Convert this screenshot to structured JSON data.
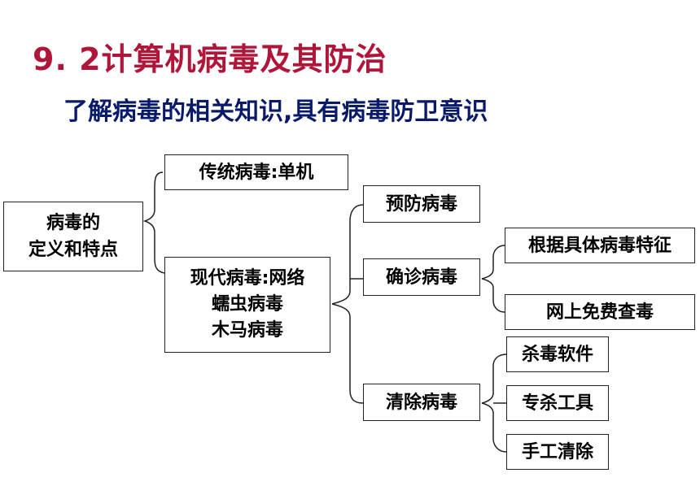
{
  "title": "9. 2计算机病毒及其防治",
  "subtitle": "了解病毒的相关知识,具有病毒防卫意识",
  "nodes": {
    "definition": [
      "病毒的",
      "定义和特点"
    ],
    "traditional": "传统病毒:单机",
    "modern": [
      "现代病毒:网络",
      "蠕虫病毒",
      "木马病毒"
    ],
    "prevent": "预防病毒",
    "diagnose": "确诊病毒",
    "remove": "清除病毒",
    "by_feature": "根据具体病毒特征",
    "online_scan": "网上免费查毒",
    "antivirus": "杀毒软件",
    "special_tool": "专杀工具",
    "manual": "手工清除"
  }
}
